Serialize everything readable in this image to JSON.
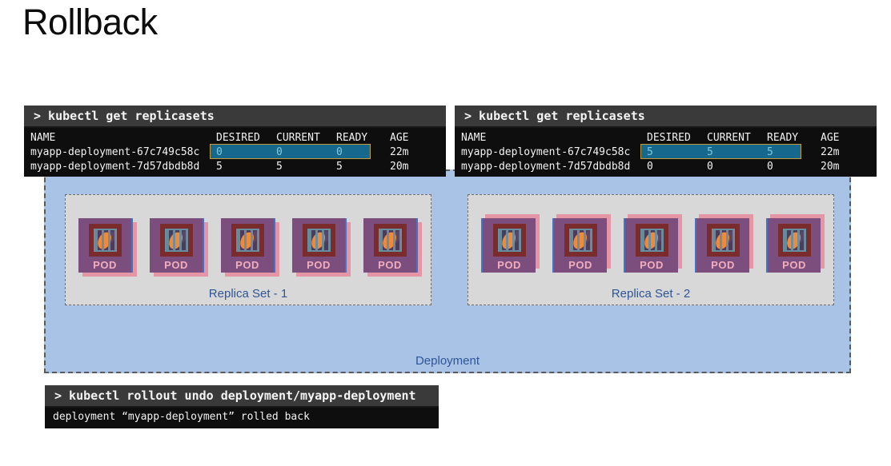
{
  "page": {
    "title": "Rollback"
  },
  "colors": {
    "terminal_header_bg": "#3a3a3a",
    "terminal_body_bg": "#0e0e0e",
    "terminal_text": "#f2f2f2",
    "highlight_bg": "#16688c",
    "highlight_border": "#c19a3d",
    "highlight_text": "#7ec8dd",
    "deployment_bg": "#a9c3e6",
    "replicaset_bg": "#d8d8d8",
    "label_blue": "#2e5597",
    "pod_bg": "#7b4e7d",
    "pod_shadow_pink": "#e495a6",
    "pod_edge_blue": "#4472c4",
    "pod_icon_maroon": "#7a2b2b",
    "pod_icon_orange": "#ef8a3b",
    "pod_label_pink": "#f2aebc"
  },
  "icons": {
    "pod": "caged-python-container-icon",
    "prompt": ">"
  },
  "terminals": {
    "left": {
      "command": "> kubectl get replicasets",
      "columns": [
        "NAME",
        "DESIRED",
        "CURRENT",
        "READY",
        "AGE"
      ],
      "rows": [
        {
          "name": "myapp-deployment-67c749c58c",
          "desired": "0",
          "current": "0",
          "ready": "0",
          "age": "22m",
          "highlighted": true
        },
        {
          "name": "myapp-deployment-7d57dbdb8d",
          "desired": "5",
          "current": "5",
          "ready": "5",
          "age": "20m",
          "highlighted": false
        }
      ]
    },
    "right": {
      "command": "> kubectl get replicasets",
      "columns": [
        "NAME",
        "DESIRED",
        "CURRENT",
        "READY",
        "AGE"
      ],
      "rows": [
        {
          "name": "myapp-deployment-67c749c58c",
          "desired": "5",
          "current": "5",
          "ready": "5",
          "age": "22m",
          "highlighted": true
        },
        {
          "name": "myapp-deployment-7d57dbdb8d",
          "desired": "0",
          "current": "0",
          "ready": "0",
          "age": "20m",
          "highlighted": false
        }
      ]
    },
    "bottom": {
      "command": "> kubectl rollout undo deployment/myapp-deployment",
      "output": "deployment “myapp-deployment” rolled back"
    }
  },
  "deployment": {
    "label": "Deployment",
    "replica_sets": [
      {
        "label": "Replica Set - 1",
        "pods": [
          "POD",
          "POD",
          "POD",
          "POD",
          "POD"
        ]
      },
      {
        "label": "Replica Set - 2",
        "pods": [
          "POD",
          "POD",
          "POD",
          "POD",
          "POD"
        ]
      }
    ]
  }
}
